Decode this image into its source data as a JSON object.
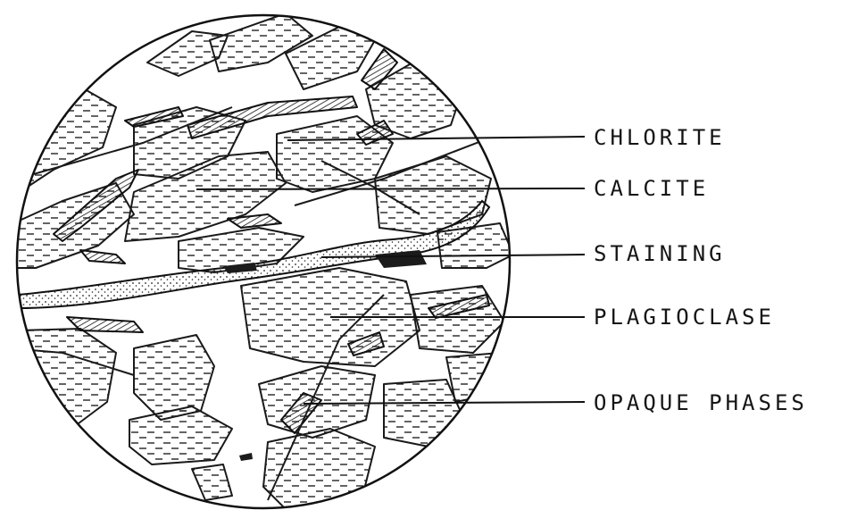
{
  "labels": {
    "chlorite": "CHLORITE",
    "calcite": "CALCITE",
    "staining": "STAINING",
    "plagioclase": "PLAGIOCLASE",
    "opaque": "OPAQUE PHASES"
  },
  "colors": {
    "ink": "#151515",
    "paper": "#ffffff"
  }
}
